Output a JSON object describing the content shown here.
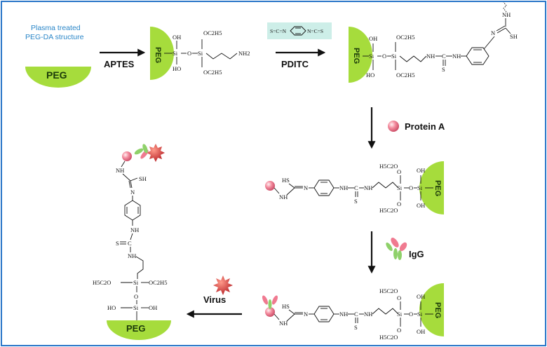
{
  "colors": {
    "frame": "#2b76c8",
    "peg_green": "#a6dc3c",
    "reagent_box": "#cdeee8",
    "blue_text": "#2a86c8",
    "protein_pink": "#f07a90",
    "virus_red": "#d9262b"
  },
  "start": {
    "line1": "Plasma treated",
    "line2": "PEG-DA structure",
    "peg": "PEG"
  },
  "reagents": {
    "aptes": "APTES",
    "pditc": "PDITC",
    "pditc_formula_left": "S=C=N",
    "pditc_formula_right": "N=C=S",
    "protein_a": "Protein A",
    "igg": "IgG",
    "virus": "Virus"
  },
  "chem": {
    "peg": "PEG",
    "oh": "OH",
    "ho": "HO",
    "si": "Si",
    "o": "O",
    "oc2h5": "OC2H5",
    "h5c2o": "H5C2O",
    "nh2": "NH2",
    "nh": "NH",
    "sh": "SH",
    "s": "S",
    "n": "N",
    "c": "C",
    "hs": "HS"
  }
}
